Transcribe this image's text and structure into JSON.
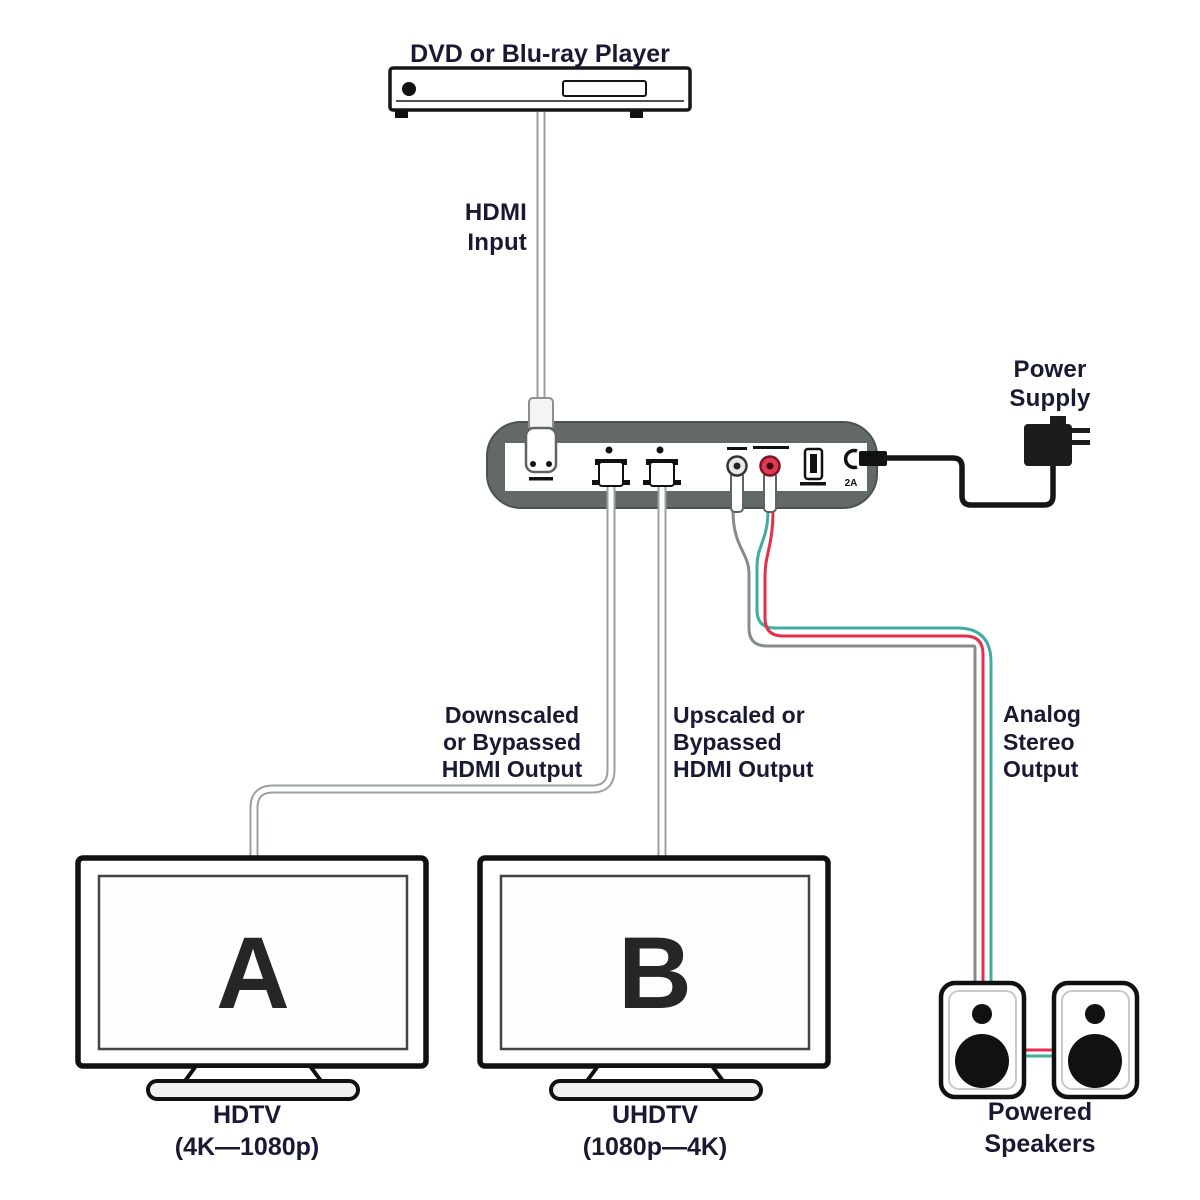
{
  "title": "DVD or Blu-ray Player",
  "scaler": {
    "power_rating": "2A"
  },
  "labels": {
    "hdmi_input": {
      "line1": "HDMI",
      "line2": "Input"
    },
    "power_supply": {
      "line1": "Power",
      "line2": "Supply"
    },
    "downscaled_output": {
      "line1": "Downscaled",
      "line2": "or Bypassed",
      "line3": "HDMI Output"
    },
    "upscaled_output": {
      "line1": "Upscaled or",
      "line2": "Bypassed",
      "line3": "HDMI Output"
    },
    "analog_output": {
      "line1": "Analog",
      "line2": "Stereo",
      "line3": "Output"
    },
    "powered_speakers": {
      "line1": "Powered",
      "line2": "Speakers"
    }
  },
  "displays": {
    "a": {
      "letter": "A",
      "type": "HDTV",
      "resolution": "(4K—1080p)"
    },
    "b": {
      "letter": "B",
      "type": "UHDTV",
      "resolution": "(1080p—4K)"
    }
  },
  "colors": {
    "device_body": "#636969",
    "cable_gray": "#9aa0a0",
    "audio_red": "#e62e4d",
    "audio_teal": "#3fae9f",
    "rca_white": "#e8e8e8",
    "rca_red": "#e03a50",
    "text": "#191934"
  }
}
